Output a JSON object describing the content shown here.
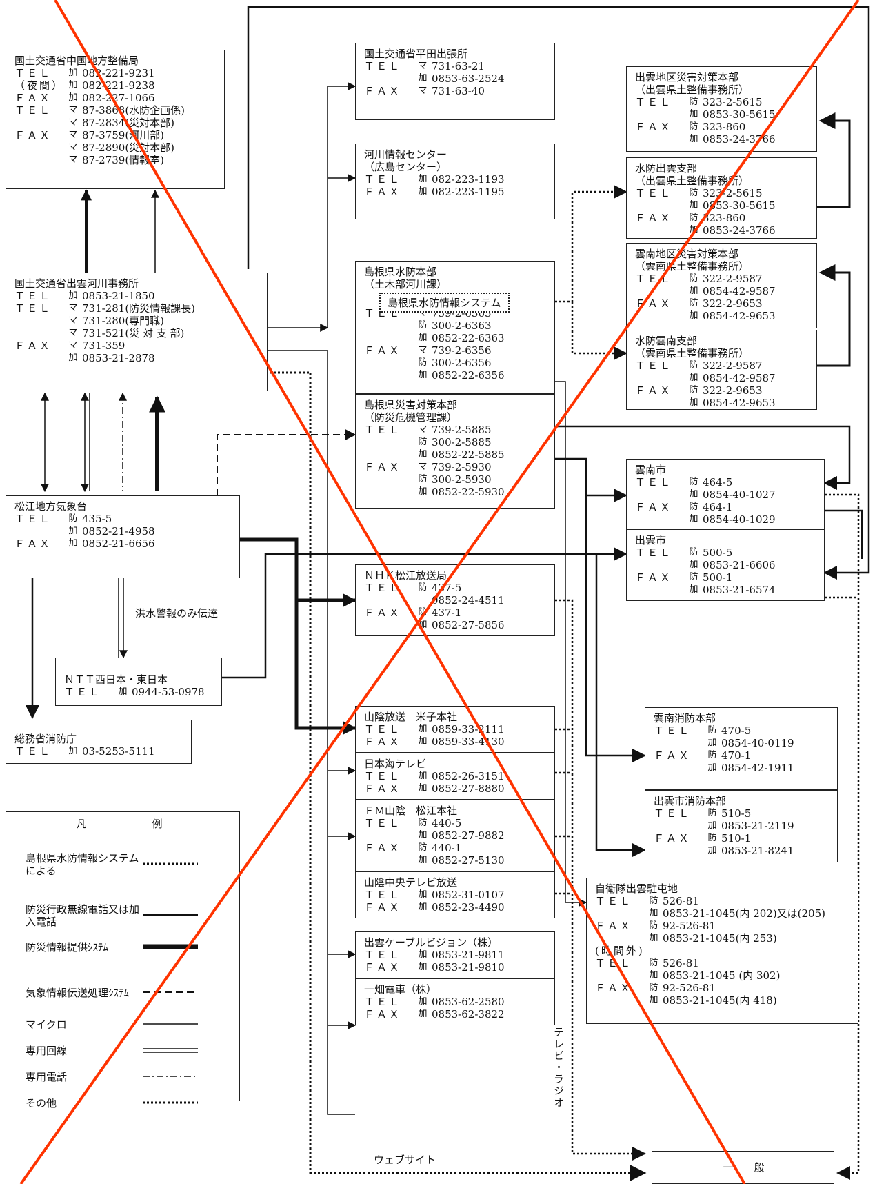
{
  "boxes": {
    "chugoku": {
      "title": "国土交通省中国地方整備局",
      "lines": [
        {
          "label": "ＴＥＬ",
          "icon": "加",
          "value": "082-221-9231"
        },
        {
          "label": "（夜間）",
          "icon": "加",
          "value": "082-221-9238"
        },
        {
          "label": "ＦＡＸ",
          "icon": "加",
          "value": "082-227-1066"
        },
        {
          "label": "ＴＥＬ",
          "icon": "マ",
          "value": "87-3868(水防企画係)"
        },
        {
          "label": "",
          "icon": "マ",
          "value": "87-2834(災対本部)"
        },
        {
          "label": "ＦＡＸ",
          "icon": "マ",
          "value": "87-3759(河川部)"
        },
        {
          "label": "",
          "icon": "マ",
          "value": "87-2890(災対本部)"
        },
        {
          "label": "",
          "icon": "マ",
          "value": "87-2739(情報室)"
        }
      ]
    },
    "izumo_river": {
      "title": "国土交通省出雲河川事務所",
      "lines": [
        {
          "label": "ＴＥＬ",
          "icon": "加",
          "value": "0853-21-1850"
        },
        {
          "label": "ＴＥＬ",
          "icon": "マ",
          "value": "731-281(防災情報課長)"
        },
        {
          "label": "",
          "icon": "マ",
          "value": "731-280(専門職)"
        },
        {
          "label": "",
          "icon": "マ",
          "value": "731-521(災 対 支 部)"
        },
        {
          "label": "ＦＡＸ",
          "icon": "マ",
          "value": "731-359"
        },
        {
          "label": "",
          "icon": "加",
          "value": "0853-21-2878"
        }
      ]
    },
    "matsue_met": {
      "title": "松江地方気象台",
      "lines": [
        {
          "label": "ＴＥＬ",
          "icon": "防",
          "value": "435-5"
        },
        {
          "label": "",
          "icon": "加",
          "value": "0852-21-4958"
        },
        {
          "label": "ＦＡＸ",
          "icon": "加",
          "value": "0852-21-6656"
        }
      ]
    },
    "ntt": {
      "title": "ＮＴＴ西日本・東日本",
      "lines": [
        {
          "label": "ＴＥＬ",
          "icon": "加",
          "value": "0944-53-0978"
        }
      ]
    },
    "fdma": {
      "title": "総務省消防庁",
      "lines": [
        {
          "label": "ＴＥＬ",
          "icon": "加",
          "value": "03-5253-5111"
        }
      ]
    },
    "hirata": {
      "title": "国土交通省平田出張所",
      "lines": [
        {
          "label": "ＴＥＬ",
          "icon": "マ",
          "value": "731-63-21"
        },
        {
          "label": "",
          "icon": "加",
          "value": "0853-63-2524"
        },
        {
          "label": "ＦＡＸ",
          "icon": "マ",
          "value": "731-63-40"
        }
      ]
    },
    "river_info": {
      "title": "河川情報センター",
      "subtitle": "（広島センター）",
      "lines": [
        {
          "label": "ＴＥＬ",
          "icon": "加",
          "value": "082-223-1193"
        },
        {
          "label": "ＦＡＸ",
          "icon": "加",
          "value": "082-223-1195"
        }
      ]
    },
    "shimane_suibo": {
      "title": "島根県水防本部",
      "subtitle": "（土木部河川課）",
      "system": "島根県水防情報システム",
      "lines": [
        {
          "label": "ＴＥＬ",
          "icon": "マ",
          "value": "739-2-6363"
        },
        {
          "label": "",
          "icon": "防",
          "value": "300-2-6363"
        },
        {
          "label": "",
          "icon": "加",
          "value": "0852-22-6363"
        },
        {
          "label": "ＦＡＸ",
          "icon": "マ",
          "value": "739-2-6356"
        },
        {
          "label": "",
          "icon": "防",
          "value": "300-2-6356"
        },
        {
          "label": "",
          "icon": "加",
          "value": "0852-22-6356"
        }
      ]
    },
    "shimane_saitai": {
      "title": "島根県災害対策本部",
      "subtitle": "（防災危機管理課）",
      "lines": [
        {
          "label": "ＴＥＬ",
          "icon": "マ",
          "value": "739-2-5885"
        },
        {
          "label": "",
          "icon": "防",
          "value": "300-2-5885"
        },
        {
          "label": "",
          "icon": "加",
          "value": "0852-22-5885"
        },
        {
          "label": "ＦＡＸ",
          "icon": "マ",
          "value": "739-2-5930"
        },
        {
          "label": "",
          "icon": "防",
          "value": "300-2-5930"
        },
        {
          "label": "",
          "icon": "加",
          "value": "0852-22-5930"
        }
      ]
    },
    "nhk": {
      "title": "ＮＨＫ松江放送局",
      "lines": [
        {
          "label": "ＴＥＬ",
          "icon": "防",
          "value": "437-5"
        },
        {
          "label": "",
          "icon": "",
          "value": "0852-24-4511"
        },
        {
          "label": "ＦＡＸ",
          "icon": "防",
          "value": "437-1"
        },
        {
          "label": "",
          "icon": "加",
          "value": "0852-27-5856"
        }
      ]
    },
    "bss": {
      "title": "山陰放送　米子本社",
      "lines": [
        {
          "label": "ＴＥＬ",
          "icon": "加",
          "value": "0859-33-2111"
        },
        {
          "label": "ＦＡＸ",
          "icon": "加",
          "value": "0859-33-4130"
        }
      ]
    },
    "ntv": {
      "title": "日本海テレビ",
      "lines": [
        {
          "label": "ＴＥＬ",
          "icon": "加",
          "value": "0852-26-3151"
        },
        {
          "label": "ＦＡＸ",
          "icon": "加",
          "value": "0852-27-8880"
        }
      ]
    },
    "fm": {
      "title": "ＦＭ山陰　松江本社",
      "lines": [
        {
          "label": "ＴＥＬ",
          "icon": "防",
          "value": "440-5"
        },
        {
          "label": "",
          "icon": "加",
          "value": "0852-27-9882"
        },
        {
          "label": "ＦＡＸ",
          "icon": "防",
          "value": "440-1"
        },
        {
          "label": "",
          "icon": "加",
          "value": "0852-27-5130"
        }
      ]
    },
    "tsk": {
      "title": "山陰中央テレビ放送",
      "lines": [
        {
          "label": "ＴＥＬ",
          "icon": "加",
          "value": "0852-31-0107"
        },
        {
          "label": "ＦＡＸ",
          "icon": "加",
          "value": "0852-23-4490"
        }
      ]
    },
    "cable": {
      "title": "出雲ケーブルビジョン（株）",
      "lines": [
        {
          "label": "ＴＥＬ",
          "icon": "加",
          "value": "0853-21-9811"
        },
        {
          "label": "ＦＡＸ",
          "icon": "加",
          "value": "0853-21-9810"
        }
      ]
    },
    "ichibata": {
      "title": "一畑電車（株）",
      "lines": [
        {
          "label": "ＴＥＬ",
          "icon": "加",
          "value": "0853-62-2580"
        },
        {
          "label": "ＦＡＸ",
          "icon": "加",
          "value": "0853-62-3822"
        }
      ]
    },
    "izumo_saitai": {
      "title": "出雲地区災害対策本部",
      "subtitle": "（出雲県土整備事務所）",
      "lines": [
        {
          "label": "ＴＥＬ",
          "icon": "防",
          "value": "323-2-5615"
        },
        {
          "label": "",
          "icon": "加",
          "value": "0853-30-5615"
        },
        {
          "label": "ＦＡＸ",
          "icon": "防",
          "value": "323-860"
        },
        {
          "label": "",
          "icon": "加",
          "value": "0853-24-3766"
        }
      ]
    },
    "suibo_izumo": {
      "title": "水防出雲支部",
      "subtitle": "（出雲県土整備事務所）",
      "lines": [
        {
          "label": "ＴＥＬ",
          "icon": "防",
          "value": "323-2-5615"
        },
        {
          "label": "",
          "icon": "加",
          "value": "0853-30-5615"
        },
        {
          "label": "ＦＡＸ",
          "icon": "防",
          "value": "323-860"
        },
        {
          "label": "",
          "icon": "加",
          "value": "0853-24-3766"
        }
      ]
    },
    "unnan_saitai": {
      "title": "雲南地区災害対策本部",
      "subtitle": "（雲南県土整備事務所）",
      "lines": [
        {
          "label": "ＴＥＬ",
          "icon": "防",
          "value": "322-2-9587"
        },
        {
          "label": "",
          "icon": "加",
          "value": "0854-42-9587"
        },
        {
          "label": "ＦＡＸ",
          "icon": "防",
          "value": "322-2-9653"
        },
        {
          "label": "",
          "icon": "加",
          "value": "0854-42-9653"
        }
      ]
    },
    "suibo_unnan": {
      "title": "水防雲南支部",
      "subtitle": "（雲南県土整備事務所）",
      "lines": [
        {
          "label": "ＴＥＬ",
          "icon": "防",
          "value": "322-2-9587"
        },
        {
          "label": "",
          "icon": "加",
          "value": "0854-42-9587"
        },
        {
          "label": "ＦＡＸ",
          "icon": "防",
          "value": "322-2-9653"
        },
        {
          "label": "",
          "icon": "加",
          "value": "0854-42-9653"
        }
      ]
    },
    "unnan_city": {
      "title": "雲南市",
      "lines": [
        {
          "label": "ＴＥＬ",
          "icon": "防",
          "value": "464-5"
        },
        {
          "label": "",
          "icon": "加",
          "value": "0854-40-1027"
        },
        {
          "label": "ＦＡＸ",
          "icon": "防",
          "value": "464-1"
        },
        {
          "label": "",
          "icon": "加",
          "value": "0854-40-1029"
        }
      ]
    },
    "izumo_city": {
      "title": "出雲市",
      "lines": [
        {
          "label": "ＴＥＬ",
          "icon": "防",
          "value": "500-5"
        },
        {
          "label": "",
          "icon": "加",
          "value": "0853-21-6606"
        },
        {
          "label": "ＦＡＸ",
          "icon": "防",
          "value": "500-1"
        },
        {
          "label": "",
          "icon": "加",
          "value": "0853-21-6574"
        }
      ]
    },
    "unnan_fire": {
      "title": "雲南消防本部",
      "lines": [
        {
          "label": "ＴＥＬ",
          "icon": "防",
          "value": "470-5"
        },
        {
          "label": "",
          "icon": "加",
          "value": "0854-40-0119"
        },
        {
          "label": "ＦＡＸ",
          "icon": "防",
          "value": "470-1"
        },
        {
          "label": "",
          "icon": "加",
          "value": "0854-42-1911"
        }
      ]
    },
    "izumo_fire": {
      "title": "出雲市消防本部",
      "lines": [
        {
          "label": "ＴＥＬ",
          "icon": "防",
          "value": "510-5"
        },
        {
          "label": "",
          "icon": "加",
          "value": "0853-21-2119"
        },
        {
          "label": "ＦＡＸ",
          "icon": "防",
          "value": "510-1"
        },
        {
          "label": "",
          "icon": "加",
          "value": "0853-21-8241"
        }
      ]
    },
    "sdf": {
      "title": "自衛隊出雲駐屯地",
      "lines": [
        {
          "label": "ＴＥＬ",
          "icon": "防",
          "value": "526-81"
        },
        {
          "label": "",
          "icon": "加",
          "value": "0853-21-1045(内 202)又は(205)"
        },
        {
          "label": "ＦＡＸ",
          "icon": "防",
          "value": "92-526-81"
        },
        {
          "label": "",
          "icon": "加",
          "value": "0853-21-1045(内 253)"
        },
        {
          "label": "(時間外)",
          "icon": "",
          "value": ""
        },
        {
          "label": "ＴＥＬ",
          "icon": "防",
          "value": "526-81"
        },
        {
          "label": "",
          "icon": "加",
          "value": "0853-21-1045 (内 302)"
        },
        {
          "label": "ＦＡＸ",
          "icon": "防",
          "value": "92-526-81"
        },
        {
          "label": "",
          "icon": "加",
          "value": "0853-21-1045(内 418)"
        }
      ]
    },
    "ippan": {
      "title": "一　　般",
      "lines": []
    }
  },
  "labels": {
    "flood_only": "洪水警報のみ伝達",
    "tv_radio": "テレビ・ラジオ",
    "website": "ウェブサイト"
  },
  "legend": {
    "title": "凡　例",
    "items": [
      {
        "label": "島根県水防情報システムによる",
        "style": "dotted"
      },
      {
        "label": "防災行政無線電話又は加入電話",
        "style": "solid"
      },
      {
        "label": "防災情報提供ｼｽﾃﾑ",
        "style": "bold"
      },
      {
        "label": "気象情報伝送処理ｼｽﾃﾑ",
        "style": "dashed"
      },
      {
        "label": "マイクロ",
        "style": "thin"
      },
      {
        "label": "専用回線",
        "style": "double"
      },
      {
        "label": "専用電話",
        "style": "dashdot"
      },
      {
        "label": "その他",
        "style": "dotted"
      }
    ]
  },
  "overlay": {
    "color": "#ff3300"
  }
}
